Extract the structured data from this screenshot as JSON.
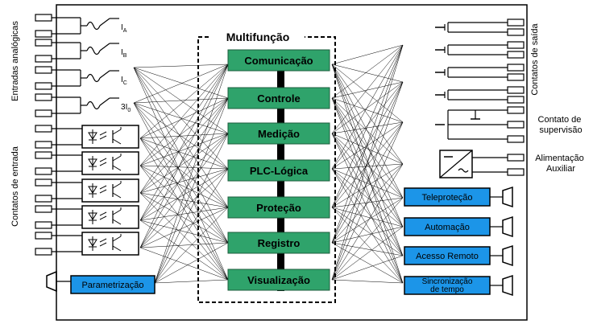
{
  "title": "Multifunção",
  "left_labels": {
    "analog_inputs": "Entradas analógicas",
    "input_contacts": "Contatos de entrada"
  },
  "right_labels": {
    "output_contacts": "Contatos de saída",
    "supervision_contact": "Contato de supervisão",
    "supervision_contact_lines": [
      "Contato de",
      "supervisão"
    ],
    "aux_power": "Alimentação Auxiliar",
    "aux_power_lines": [
      "Alimentação",
      "Auxiliar"
    ]
  },
  "analog_channels": [
    {
      "base": "I",
      "sub": "A",
      "prefix": ""
    },
    {
      "base": "I",
      "sub": "B",
      "prefix": ""
    },
    {
      "base": "I",
      "sub": "C",
      "prefix": ""
    },
    {
      "base": "I",
      "sub": "0",
      "prefix": "3"
    }
  ],
  "functions": [
    "Comunicação",
    "Controle",
    "Medição",
    "PLC-Lógica",
    "Proteção",
    "Registro",
    "Visualização"
  ],
  "left_port": "Parametrização",
  "right_ports": [
    {
      "label": "Teleproteção"
    },
    {
      "label": "Automação"
    },
    {
      "label": "Acesso Remoto"
    },
    {
      "label": "Sincronização de tempo",
      "lines": [
        "Sincronização",
        "de tempo"
      ]
    }
  ],
  "colors": {
    "function_block": "#2fa36b",
    "port_block": "#1c95e8",
    "line": "#000000",
    "background": "#ffffff"
  }
}
